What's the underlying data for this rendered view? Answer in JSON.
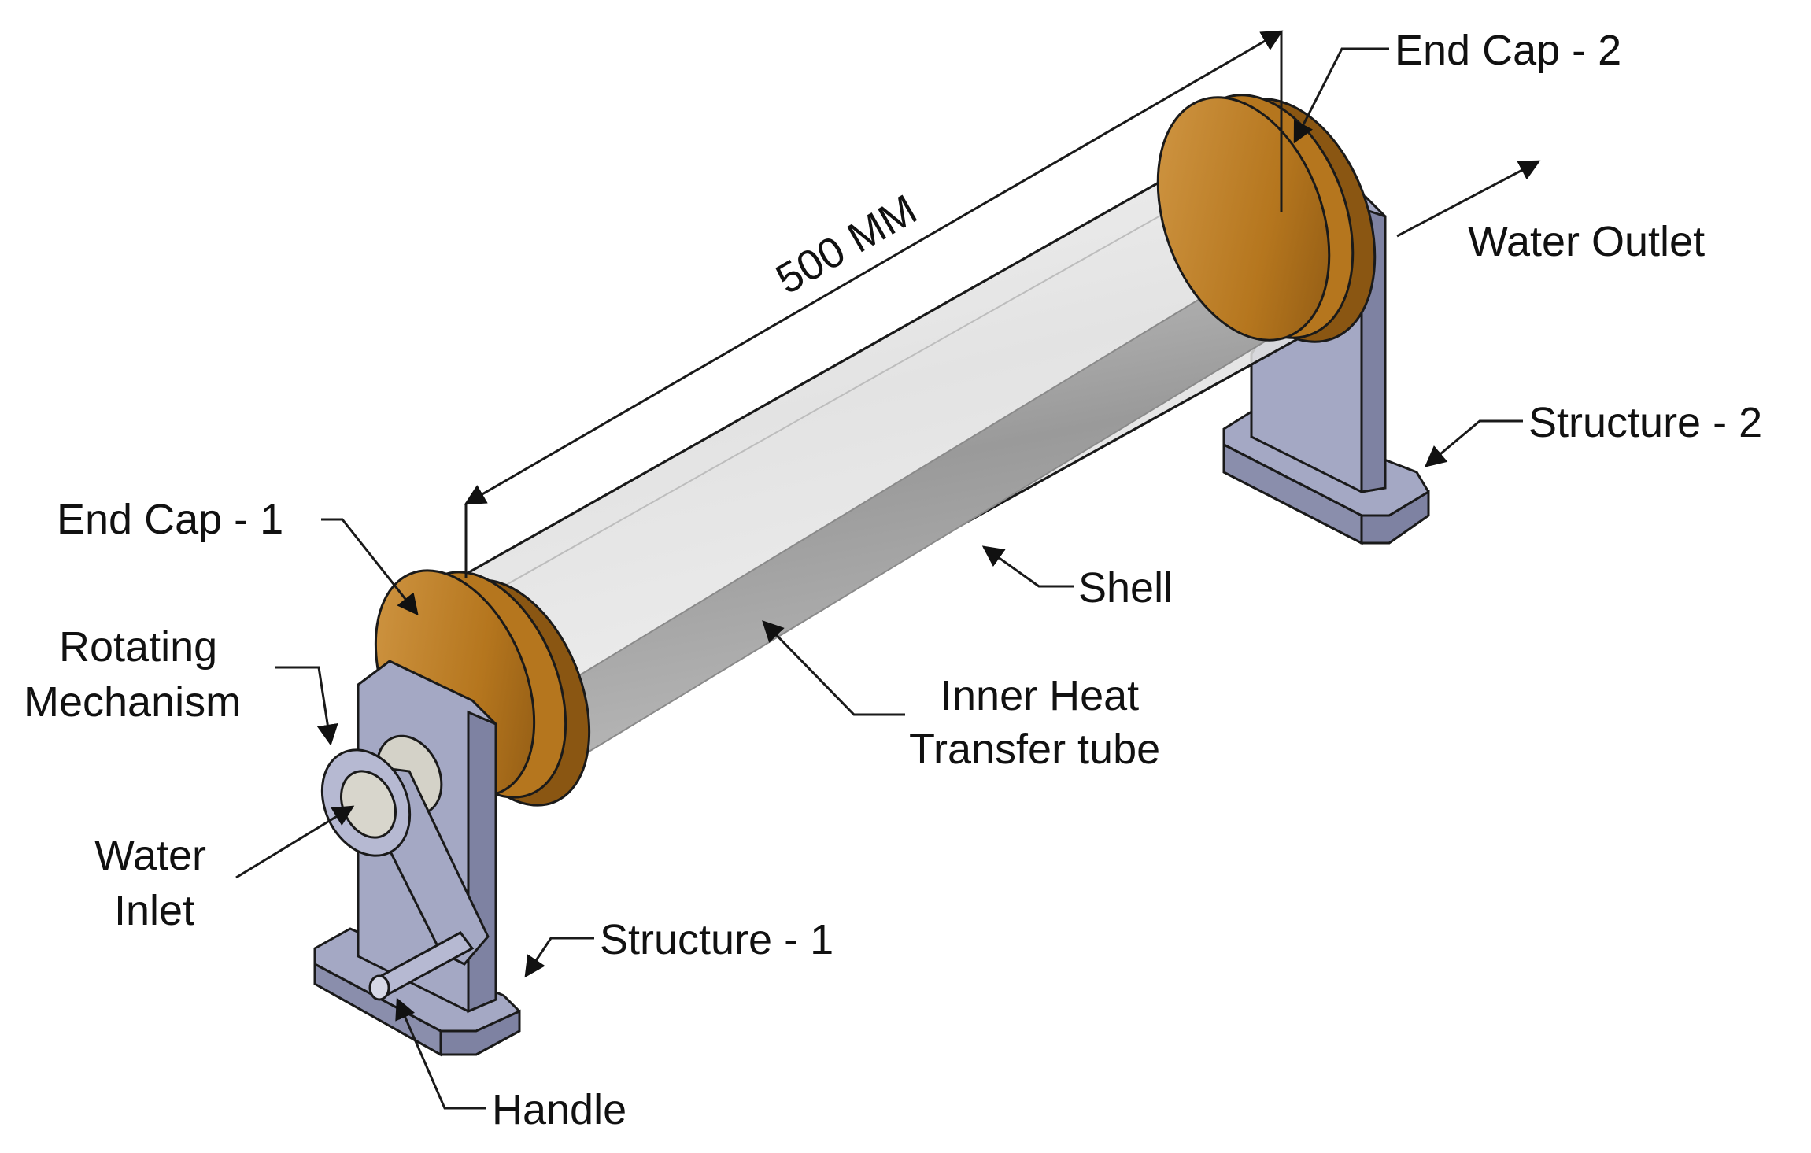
{
  "labels": {
    "dimension": "500 MM",
    "end_cap_2": "End Cap - 2",
    "water_outlet": "Water Outlet",
    "structure_2": "Structure - 2",
    "end_cap_1": "End Cap - 1",
    "shell": "Shell",
    "rotating_mechanism_1": "Rotating",
    "rotating_mechanism_2": "Mechanism",
    "inner_tube_1": "Inner Heat",
    "inner_tube_2": "Transfer tube",
    "water_inlet_1": "Water",
    "water_inlet_2": "Inlet",
    "structure_1": "Structure - 1",
    "handle": "Handle"
  },
  "colors": {
    "end_cap": "#b5761e",
    "end_cap_dark": "#8a5612",
    "end_cap_light": "#d29a4a",
    "structure": "#a4a8c4",
    "structure_dark": "#7e82a2",
    "structure_light": "#c9cce0",
    "shell_fill": "#e6e6e6",
    "inner_tube": "#a0a0a0",
    "inner_tube_light": "#c4c4c4",
    "outline": "#1a1a1a"
  }
}
